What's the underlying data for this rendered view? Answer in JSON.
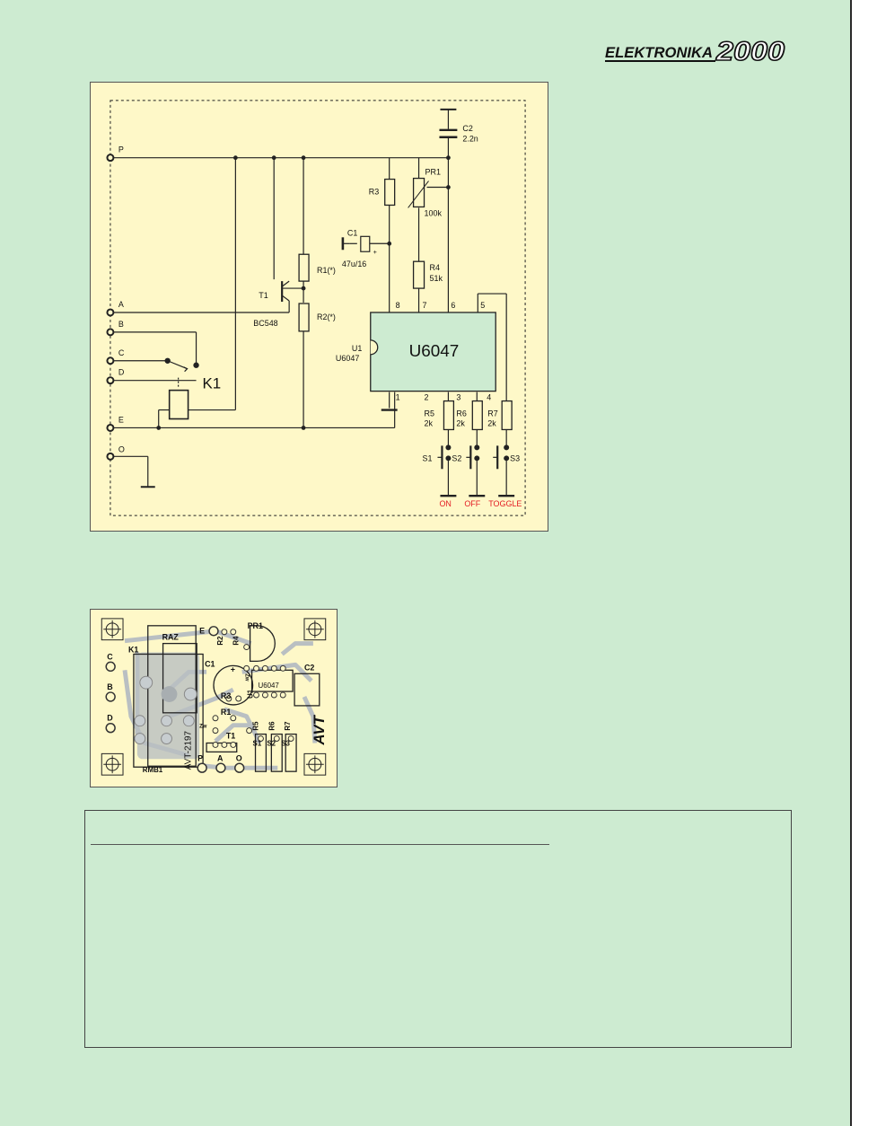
{
  "logo": {
    "text": "ELEKTRONIKA",
    "year": "2000"
  },
  "schematic": {
    "terminals": [
      "P",
      "A",
      "B",
      "C",
      "D",
      "E",
      "O"
    ],
    "components": {
      "c2": {
        "ref": "C2",
        "value": "2.2n"
      },
      "pr1": {
        "ref": "PR1",
        "value": "100k"
      },
      "r3": {
        "ref": "R3"
      },
      "c1": {
        "ref": "C1",
        "value": "47u/16",
        "polarity": "+"
      },
      "r4": {
        "ref": "R4",
        "value": "51k"
      },
      "r1": {
        "ref": "R1(*)"
      },
      "r2": {
        "ref": "R2(*)"
      },
      "t1": {
        "ref": "T1",
        "value": "BC548"
      },
      "u1": {
        "ref": "U1",
        "value": "U6047",
        "chip_label": "U6047"
      },
      "k1": {
        "ref": "K1"
      },
      "r5": {
        "ref": "R5",
        "value": "2k"
      },
      "r6": {
        "ref": "R6",
        "value": "2k"
      },
      "r7": {
        "ref": "R7",
        "value": "2k"
      },
      "s1": {
        "ref": "S1"
      },
      "s2": {
        "ref": "S2"
      },
      "s3": {
        "ref": "S3"
      }
    },
    "pins": [
      "8",
      "7",
      "6",
      "5",
      "1",
      "2",
      "3",
      "4"
    ],
    "button_labels": [
      "ON",
      "OFF",
      "TOGGLE"
    ],
    "colors": {
      "button_label": "#e31b23",
      "chip_fill": "#cdebd1"
    }
  },
  "pcb": {
    "labels": {
      "raz": "RAZ",
      "k1": "K1",
      "c": "C",
      "b": "B",
      "d": "D",
      "e": "E",
      "r2": "R2",
      "r4": "R4",
      "pr1": "PR1",
      "c1": "C1",
      "plus": "+",
      "zw1": "Zw",
      "u1": "U1",
      "chip": "U6047",
      "c2": "C2",
      "r3": "R3",
      "r1": "R1",
      "r5": "R5",
      "r6": "R6",
      "r7": "R7",
      "zw2": "Zw",
      "t1": "T1",
      "s1": "S1",
      "s2": "S2",
      "s3": "S3",
      "board": "AVT-2197",
      "rmb1": "RMB1",
      "p": "P",
      "a": "A",
      "o": "O",
      "brand": "AVT"
    }
  }
}
